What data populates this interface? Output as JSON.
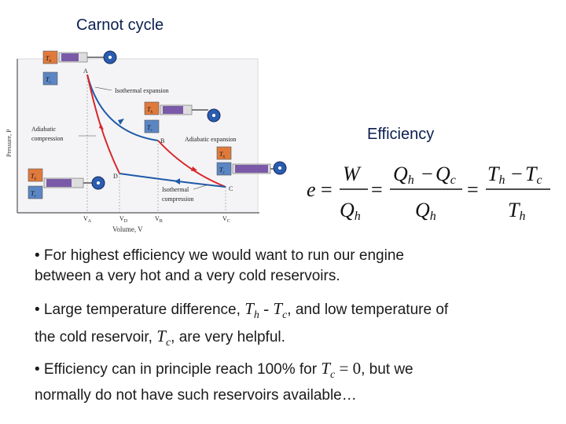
{
  "title": "Carnot cycle",
  "efficiency_label": "Efficiency",
  "diagram": {
    "y_axis": "Pressure, P",
    "x_axis": "Volume, V",
    "points": {
      "a": "A",
      "b": "B",
      "c": "C",
      "d": "D"
    },
    "v_ticks": {
      "va": "V",
      "va_sub": "A",
      "vd": "V",
      "vd_sub": "D",
      "vb": "V",
      "vb_sub": "B",
      "vc": "V",
      "vc_sub": "C"
    },
    "labels": {
      "isothermal_expansion": "Isothermal expansion",
      "adiabatic_expansion": "Adiabatic expansion",
      "adiabatic_compression_1": "Adiabatic",
      "adiabatic_compression_2": "compression",
      "isothermal_compression_1": "Isothermal",
      "isothermal_compression_2": "compression"
    },
    "reservoirs": {
      "th": "T",
      "th_sub": "h",
      "tc": "T",
      "tc_sub": "c"
    }
  },
  "formula": {
    "lhs": "e",
    "eq": "=",
    "w": "W",
    "qh": "Q",
    "h": "h",
    "c": "c",
    "minus": "−",
    "th": "T",
    "tc": "T"
  },
  "bullets": {
    "b1_line1": "• For highest efficiency we would want to run our engine",
    "b1_line2": "between a very hot and a very cold reservoirs.",
    "b2_pre": "• Large temperature difference, ",
    "b2_th": "T",
    "b2_th_sub": "h",
    "b2_dash": " - ",
    "b2_tc": "T",
    "b2_tc_sub": "c",
    "b2_post": ", and low temperature of",
    "b2_line2_pre": "the cold reservoir, ",
    "b2_line2_post": ", are very helpful.",
    "b3_pre": "• Efficiency can in principle reach 100% for ",
    "b3_eq": " = 0",
    "b3_post": ", but we",
    "b3_line2": "normally do not have such reservoirs available…"
  },
  "colors": {
    "title": "#0b1f4f",
    "hot": "#e07a3c",
    "cold": "#5b86c4",
    "curve_red": "#d8262a",
    "curve_blue": "#1f5aa8",
    "piston": "#7a5aa8",
    "axis": "#555555"
  }
}
